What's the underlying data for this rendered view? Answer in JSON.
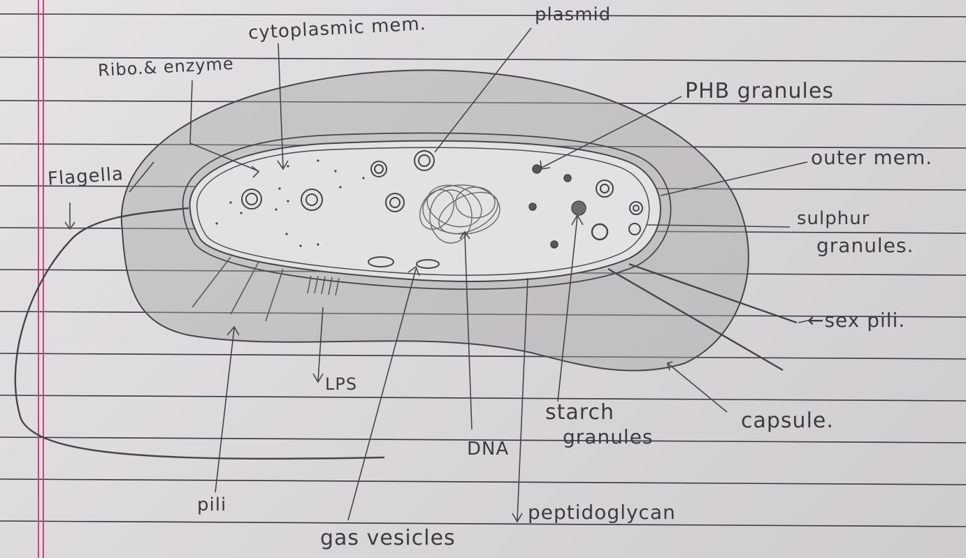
{
  "labels": {
    "cytoplasmic_membrane": "cytoplasmic mem.",
    "plasmid": "plasmid",
    "ribosomes_enzymes": "Ribo.& enzyme",
    "phb_granules": "PHB granules",
    "flagella": "Flagella",
    "outer_membrane": "outer mem.",
    "sulphur_granules_line1": "sulphur",
    "sulphur_granules_line2": "granules.",
    "sex_pili": "←sex pili.",
    "lps": "LPS",
    "starch_granules_line1": "starch",
    "starch_granules_line2": "granules",
    "capsule": "capsule.",
    "dna": "DNA",
    "pili": "pili",
    "peptidoglycan": "peptidoglycan",
    "gas_vesicles": "gas vesicles"
  },
  "colors": {
    "paper": "#e3e0e3",
    "rule_line": "#26262e",
    "margin_line": "#c7457a",
    "pencil": "#454549",
    "shading": "#9a979a"
  }
}
